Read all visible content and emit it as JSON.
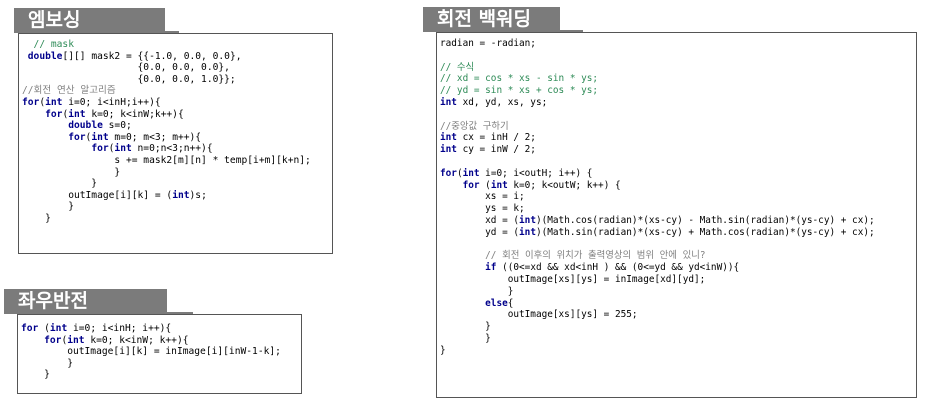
{
  "panels": {
    "emboss": {
      "title": "엠보싱",
      "code": [
        [
          [
            "cm",
            "  // mask"
          ]
        ],
        [
          [
            "kw",
            " double"
          ],
          [
            "t",
            "[][] mask2 = {{-1.0, 0.0, 0.0},"
          ]
        ],
        [
          [
            "t",
            "                    {0.0, 0.0, 0.0},"
          ]
        ],
        [
          [
            "t",
            "                    {0.0, 0.0, 1.0}};"
          ]
        ],
        [
          [
            "kc",
            "//회전 연산 알고리즘"
          ]
        ],
        [
          [
            "kw",
            "for"
          ],
          [
            "t",
            "("
          ],
          [
            "kw",
            "int"
          ],
          [
            "t",
            " i=0; i<inH;i++){"
          ]
        ],
        [
          [
            "t",
            "    "
          ],
          [
            "kw",
            "for"
          ],
          [
            "t",
            "("
          ],
          [
            "kw",
            "int"
          ],
          [
            "t",
            " k=0; k<inW;k++){"
          ]
        ],
        [
          [
            "t",
            "        "
          ],
          [
            "kw",
            "double"
          ],
          [
            "t",
            " s=0;"
          ]
        ],
        [
          [
            "t",
            "        "
          ],
          [
            "kw",
            "for"
          ],
          [
            "t",
            "("
          ],
          [
            "kw",
            "int"
          ],
          [
            "t",
            " m=0; m<3; m++){"
          ]
        ],
        [
          [
            "t",
            "            "
          ],
          [
            "kw",
            "for"
          ],
          [
            "t",
            "("
          ],
          [
            "kw",
            "int"
          ],
          [
            "t",
            " n=0;n<3;n++){"
          ]
        ],
        [
          [
            "t",
            "                s += mask2[m][n] * temp[i+m][k+n];"
          ]
        ],
        [
          [
            "t",
            "                }"
          ]
        ],
        [
          [
            "t",
            "            }"
          ]
        ],
        [
          [
            "t",
            "        outImage[i][k] = ("
          ],
          [
            "kw",
            "int"
          ],
          [
            "t",
            ")s;"
          ]
        ],
        [
          [
            "t",
            "        }"
          ]
        ],
        [
          [
            "t",
            "    }"
          ]
        ]
      ]
    },
    "flip": {
      "title": "좌우반전",
      "code": [
        [
          [
            "kw",
            "for"
          ],
          [
            "t",
            " ("
          ],
          [
            "kw",
            "int"
          ],
          [
            "t",
            " i=0; i<inH; i++){"
          ]
        ],
        [
          [
            "t",
            "    "
          ],
          [
            "kw",
            "for"
          ],
          [
            "t",
            "("
          ],
          [
            "kw",
            "int"
          ],
          [
            "t",
            " k=0; k<inW; k++){"
          ]
        ],
        [
          [
            "t",
            "        outImage[i][k] = inImage[i][inW-1-k];"
          ]
        ],
        [
          [
            "t",
            "        }"
          ]
        ],
        [
          [
            "t",
            "    }"
          ]
        ]
      ]
    },
    "rotate": {
      "title": "회전 백워딩",
      "code": [
        [
          [
            "t",
            "radian = -radian;"
          ]
        ],
        [
          [
            "t",
            ""
          ]
        ],
        [
          [
            "cm",
            "// 수식"
          ]
        ],
        [
          [
            "cm",
            "// xd = cos * xs - sin * ys;"
          ]
        ],
        [
          [
            "cm",
            "// yd = sin * xs + cos * ys;"
          ]
        ],
        [
          [
            "kw",
            "int"
          ],
          [
            "t",
            " xd, yd, xs, ys;"
          ]
        ],
        [
          [
            "t",
            ""
          ]
        ],
        [
          [
            "kc",
            "//중앙값 구하기"
          ]
        ],
        [
          [
            "kw",
            "int"
          ],
          [
            "t",
            " cx = inH / 2;"
          ]
        ],
        [
          [
            "kw",
            "int"
          ],
          [
            "t",
            " cy = inW / 2;"
          ]
        ],
        [
          [
            "t",
            ""
          ]
        ],
        [
          [
            "kw",
            "for"
          ],
          [
            "t",
            "("
          ],
          [
            "kw",
            "int"
          ],
          [
            "t",
            " i=0; i<outH; i++) {"
          ]
        ],
        [
          [
            "t",
            "    "
          ],
          [
            "kw",
            "for"
          ],
          [
            "t",
            " ("
          ],
          [
            "kw",
            "int"
          ],
          [
            "t",
            " k=0; k<outW; k++) {"
          ]
        ],
        [
          [
            "t",
            "        xs = i;"
          ]
        ],
        [
          [
            "t",
            "        ys = k;"
          ]
        ],
        [
          [
            "t",
            "        xd = ("
          ],
          [
            "kw",
            "int"
          ],
          [
            "t",
            ")(Math.cos(radian)*(xs-cy) - Math.sin(radian)*(ys-cy) + cx);"
          ]
        ],
        [
          [
            "t",
            "        yd = ("
          ],
          [
            "kw",
            "int"
          ],
          [
            "t",
            ")(Math.sin(radian)*(xs-cy) + Math.cos(radian)*(ys-cy) + cx);"
          ]
        ],
        [
          [
            "t",
            ""
          ]
        ],
        [
          [
            "kc",
            "        // 회전 이후의 위치가 출력영상의 범위 안에 있니?"
          ]
        ],
        [
          [
            "t",
            "        "
          ],
          [
            "kw",
            "if"
          ],
          [
            "t",
            " ((0<=xd && xd<inH ) && (0<=yd && yd<inW)){"
          ]
        ],
        [
          [
            "t",
            "            outImage[xs][ys] = inImage[xd][yd];"
          ]
        ],
        [
          [
            "t",
            "            }"
          ]
        ],
        [
          [
            "t",
            "        "
          ],
          [
            "kw",
            "else"
          ],
          [
            "t",
            "{"
          ]
        ],
        [
          [
            "t",
            "            outImage[xs][ys] = 255;"
          ]
        ],
        [
          [
            "t",
            "        }"
          ]
        ],
        [
          [
            "t",
            "        }"
          ]
        ],
        [
          [
            "t",
            "}"
          ]
        ]
      ]
    }
  }
}
